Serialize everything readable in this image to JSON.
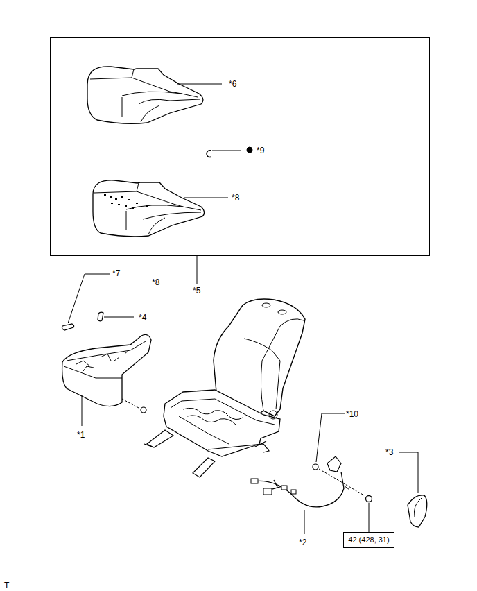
{
  "diagram": {
    "nodes": [
      {
        "text": [
          "*5"
        ]
      },
      {
        "text": [
          "42 (428, 31)"
        ]
      }
    ],
    "labels": [
      "*6",
      "*9",
      "*8",
      "*7",
      "*8",
      "*4",
      "*1",
      "*10",
      "*3",
      "*2",
      "T"
    ]
  }
}
